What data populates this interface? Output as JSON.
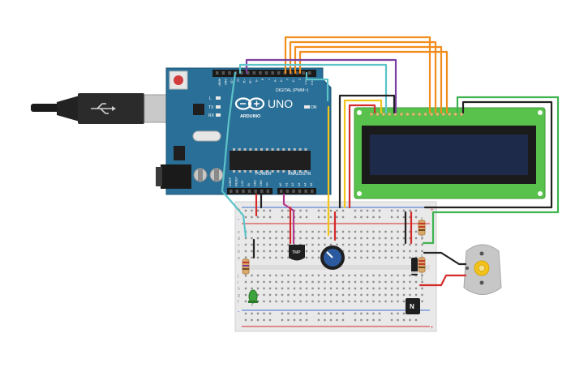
{
  "arduino": {
    "model_label": "UNO",
    "brand_label": "ARDUINO",
    "digital_label": "DIGITAL (PWM~)",
    "power_label": "POWER",
    "analog_label": "ANALOG IN",
    "led_labels": {
      "l": "L",
      "tx": "TX",
      "rx": "RX",
      "on": "ON"
    },
    "top_pin_labels": [
      "AREF",
      "GND",
      "~13",
      "12",
      "~11",
      "~10",
      "~9",
      "8",
      "7",
      "~6",
      "~5",
      "4",
      "~3",
      "2",
      "TX 1",
      "RX 0"
    ],
    "power_pin_labels": [
      "IOREF",
      "RESET",
      "3.3V",
      "5V",
      "GND",
      "GND",
      "Vin"
    ],
    "analog_pin_labels": [
      "A0",
      "A1",
      "A2",
      "A3",
      "A4",
      "A5"
    ]
  },
  "breadboard": {
    "row_letters_top": [
      "a",
      "b",
      "c",
      "d",
      "e"
    ],
    "row_letters_bottom": [
      "f",
      "g",
      "h",
      "i",
      "j"
    ],
    "rail_plus": "+",
    "rail_minus": "-"
  },
  "components": {
    "temp_sensor_label": "TMP",
    "transistor_label": "N"
  },
  "colors": {
    "board_blue": "#2a6f97",
    "wire_orange": "#f28c1c",
    "wire_purple": "#7b3fa0",
    "wire_cyan": "#5cc3c8",
    "wire_green": "#3fb34f",
    "wire_black": "#222222",
    "wire_red": "#d42a2a",
    "wire_yellow": "#f2c318",
    "lcd_green": "#59c24c",
    "lcd_screen": "#1e2a4a"
  }
}
